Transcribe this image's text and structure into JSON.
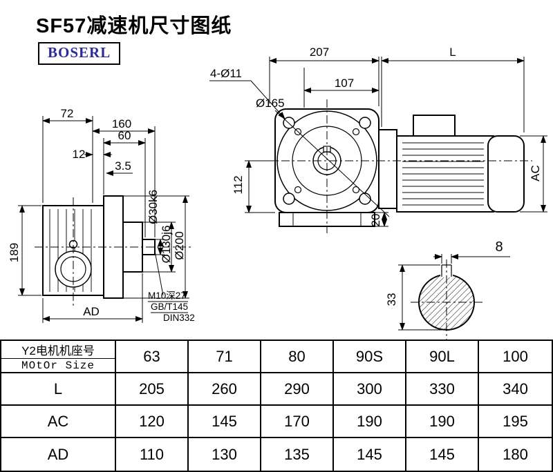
{
  "title": "SF57减速机尺寸图纸",
  "brand": "BOSERL",
  "drawing": {
    "left": {
      "d72": "72",
      "d160": "160",
      "d60": "60",
      "d12": "12",
      "d35": "3.5",
      "d189": "189",
      "dAD": "AD",
      "dia30": "Ø30k6",
      "dia130": "Ø130j6",
      "dia200": "Ø200",
      "note1": "M10深27",
      "note2": "GB/T145",
      "note3": "DIN332"
    },
    "front": {
      "d207": "207",
      "dL": "L",
      "holes": "4-Ø11",
      "d107": "107",
      "dia165": "Ø165",
      "d112": "112",
      "d20": "20",
      "dAC": "AC"
    },
    "shaft": {
      "d8": "8",
      "d33": "33"
    }
  },
  "table": {
    "header": {
      "label_cn": "Y2电机机座号",
      "label_en": "MOtOr Size",
      "values": [
        "63",
        "71",
        "80",
        "90S",
        "90L",
        "100"
      ]
    },
    "rows": [
      {
        "label": "L",
        "values": [
          "205",
          "260",
          "290",
          "300",
          "330",
          "340"
        ]
      },
      {
        "label": "AC",
        "values": [
          "120",
          "145",
          "170",
          "190",
          "190",
          "195"
        ]
      },
      {
        "label": "AD",
        "values": [
          "110",
          "130",
          "135",
          "145",
          "145",
          "180"
        ]
      }
    ]
  }
}
